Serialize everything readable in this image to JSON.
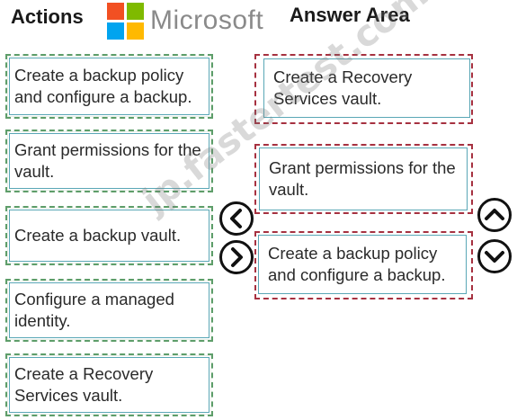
{
  "headings": {
    "actions": "Actions",
    "answer_area": "Answer Area"
  },
  "logo": {
    "text": "Microsoft",
    "colors": [
      "#f25022",
      "#7fba00",
      "#00a4ef",
      "#ffb900"
    ]
  },
  "actions": [
    "Create a backup policy and configure a backup.",
    "Grant permissions for the vault.",
    "Create a backup vault.",
    "Configure a managed identity.",
    "Create a Recovery Services vault."
  ],
  "answer_area": [
    "Create a Recovery Services vault.",
    "Grant permissions for the vault.",
    "Create a backup policy and configure a backup."
  ],
  "controls": {
    "move_left": "chevron-left-icon",
    "move_right": "chevron-right-icon",
    "move_up": "chevron-up-icon",
    "move_down": "chevron-down-icon"
  },
  "watermark": "jp.fastertest.com",
  "colors": {
    "action_border": "#5e9e6a",
    "card_inner_border": "#5aa7b6",
    "answer_border": "#a63140"
  }
}
